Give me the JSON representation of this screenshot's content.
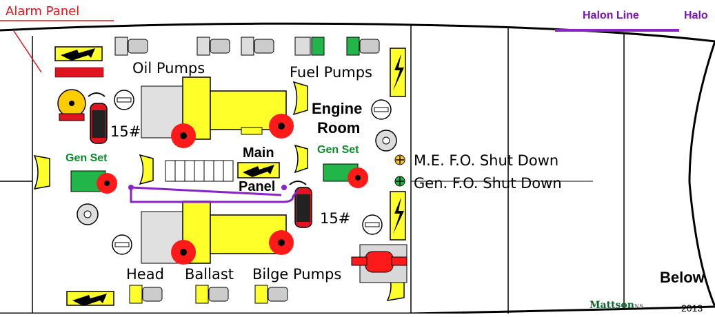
{
  "title": "Alarm Panel",
  "legend": {
    "line1": "Halon Line",
    "line2": "Halo"
  },
  "colors": {
    "halon": "#8a24c8",
    "gen_set_green": "#22b54a",
    "generator_yellow": "#ffff2a",
    "valve_red": "#ff1a1a",
    "alarm_red": "#e0141e"
  },
  "labels": {
    "oil_pumps": "Oil Pumps",
    "fuel_pumps": "Fuel Pumps",
    "engine": "Engine",
    "room": "Room",
    "main": "Main",
    "panel": "Panel",
    "gen_set_left": "Gen Set",
    "gen_set_right": "Gen Set",
    "extinguisher_left": "15#",
    "extinguisher_right": "15#",
    "me_shutdown": "M.E. F.O. Shut Down",
    "gen_shutdown": "Gen. F.O. Shut Down",
    "head": "Head",
    "ballast": "Ballast",
    "bilge_pumps": "Bilge Pumps",
    "below": "Below",
    "brand": "Mattson",
    "brand_suffix": "NS",
    "year": "2013"
  }
}
